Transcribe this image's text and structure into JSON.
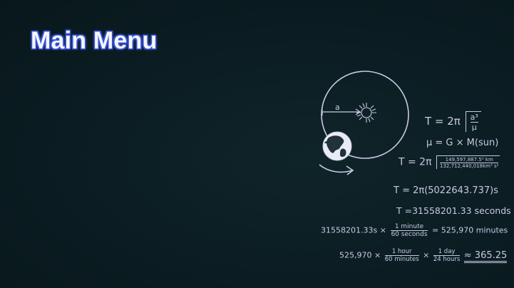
{
  "slide": {
    "title": "Main Menu",
    "background_color": "#0b1d22",
    "accent_color": "#3a55d8",
    "chalk_color": "#c9c9e4"
  },
  "illustration": {
    "orbit_label": "a",
    "icons": [
      "sun-icon",
      "earth-globe-icon",
      "orbit-arrow-icon"
    ],
    "equations": {
      "eq1_lhs": "T = 2π",
      "eq1_num": "a³",
      "eq1_den": "μ",
      "eq2": "μ = G × M(sun)",
      "eq3_lhs": "T = 2π",
      "eq3_num": "149,597,887.5³ km",
      "eq3_den": "132,712,440,018km³ s²",
      "eq4": "T = 2π(5022643.737)s",
      "eq5": "T =31558201.33 seconds",
      "eq6_lhs": "31558201.33s ×",
      "eq6_num": "1 minute",
      "eq6_den": "60 seconds",
      "eq6_rhs": "= 525,970 minutes",
      "eq7_lhs": "525,970 ×",
      "eq7_num1": "1 hour",
      "eq7_den1": "60 minutes",
      "eq7_mid": "×",
      "eq7_num2": "1 day",
      "eq7_den2": "24 hours",
      "eq7_rhs": "≈ 365.25"
    }
  }
}
